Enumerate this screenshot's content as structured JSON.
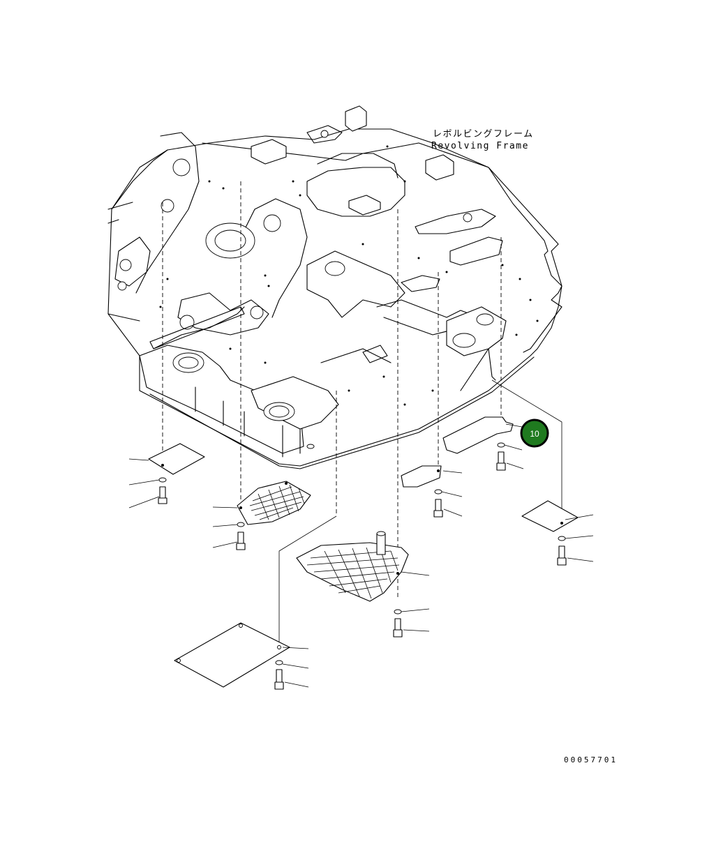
{
  "frame_label": {
    "japanese": "レボルビングフレーム",
    "english": "Revolving Frame"
  },
  "callout": {
    "number": "10",
    "color": "#1f7a1f"
  },
  "drawing_number": "00057701"
}
